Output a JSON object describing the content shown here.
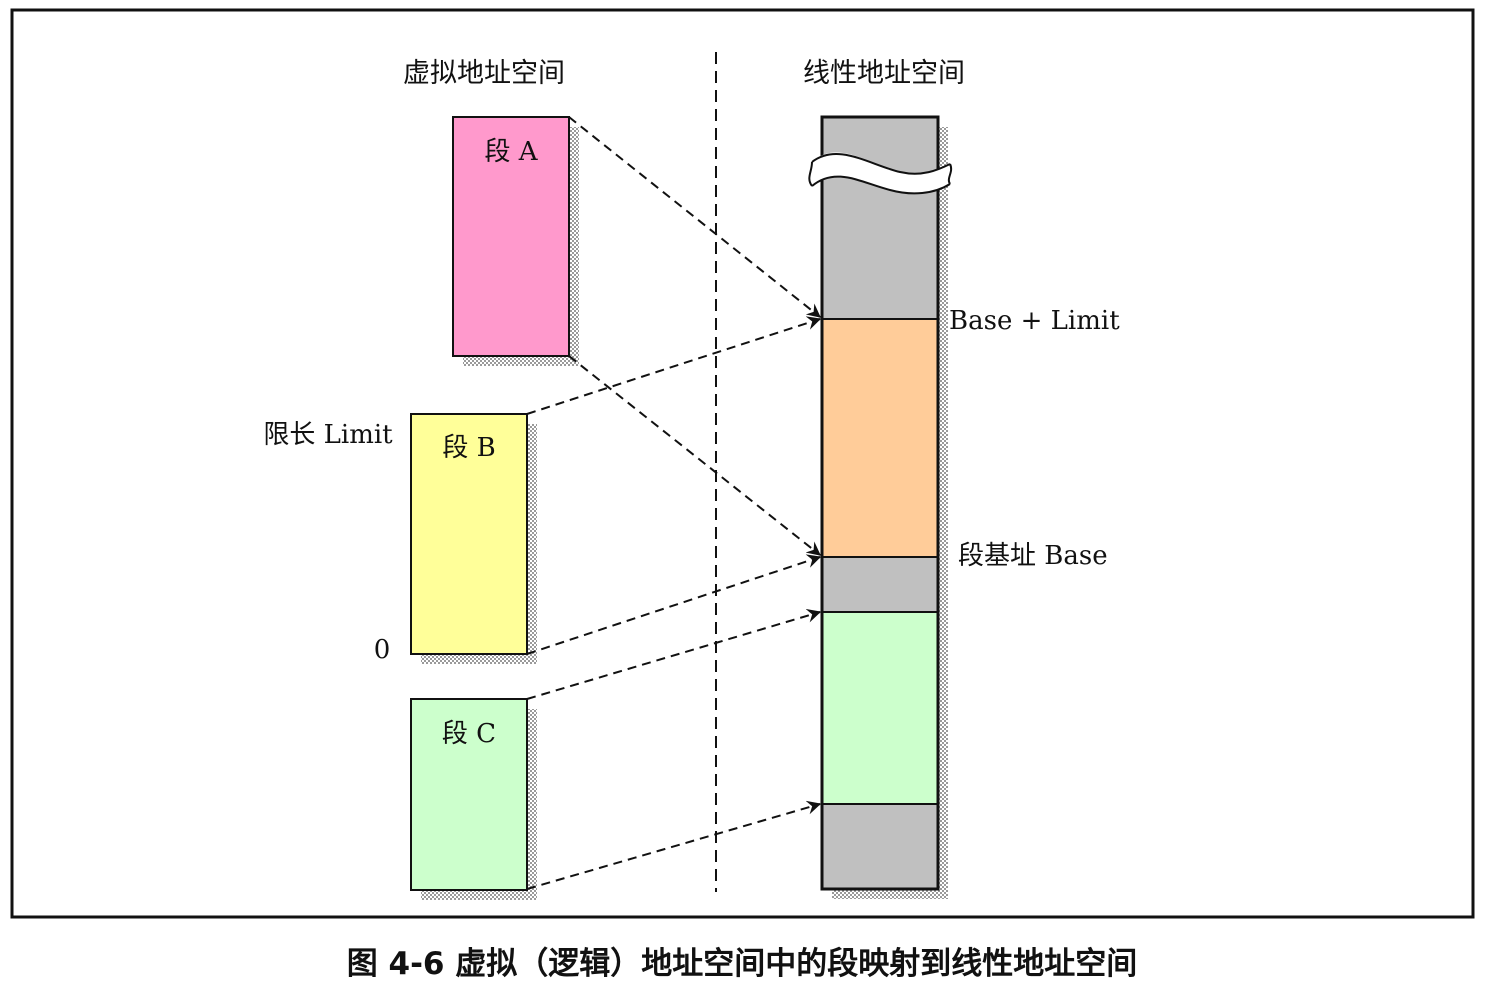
{
  "virtual_space_title": "虚拟地址空间",
  "linear_space_title": "线性地址空间",
  "segments": [
    {
      "label": "段 A",
      "color": "#ff99cc"
    },
    {
      "label": "段 B",
      "color": "#ffff99"
    },
    {
      "label": "段 C",
      "color": "#ccffcc"
    }
  ],
  "limit_label": "限长 Limit",
  "zero_label": "0",
  "base_limit_label": "Base + Limit",
  "segment_base_label": "段基址 Base",
  "linear_colors": {
    "free": "#c0c0c0",
    "segment_a": "#ffcc99",
    "segment_c": "#ccffcc"
  },
  "caption": "图 4-6 虚拟（逻辑）地址空间中的段映射到线性地址空间"
}
